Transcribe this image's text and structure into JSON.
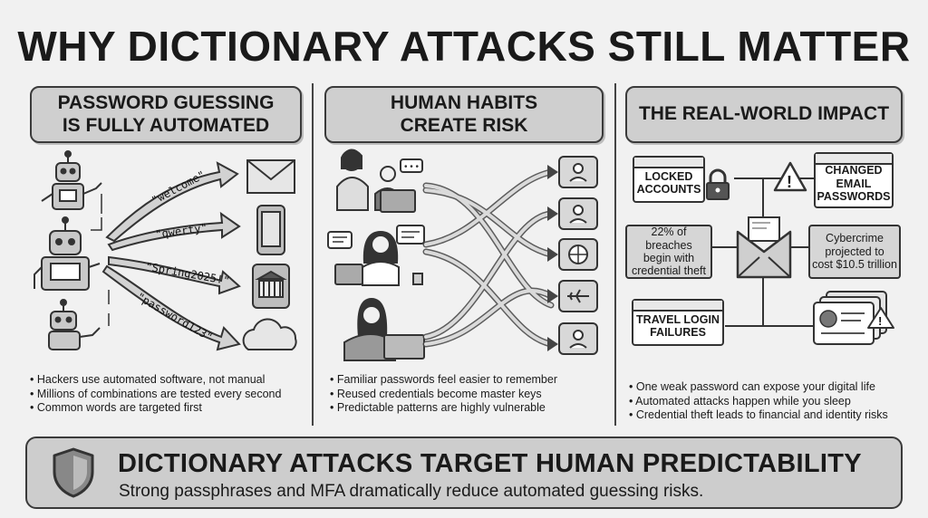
{
  "title": "WHY DICTIONARY ATTACKS STILL MATTER",
  "panels": [
    {
      "heading_line1": "PASSWORD GUESSING",
      "heading_line2": "IS FULLY AUTOMATED",
      "guessed_words": [
        "\"welcome\"",
        "\"qwerty\"",
        "\"Spring2025!\"",
        "\"password123\""
      ],
      "bullets": [
        "Hackers use automated software, not manual",
        "Millions of combinations are tested every second",
        "Common words are targeted first"
      ]
    },
    {
      "heading_line1": "HUMAN HABITS",
      "heading_line2": "CREATE RISK",
      "bullets": [
        "Familiar passwords feel easier to remember",
        "Reused credentials become master keys",
        "Predictable patterns are highly vulnerable"
      ]
    },
    {
      "heading_line1": "THE REAL-WORLD IMPACT",
      "boxes": {
        "locked_l1": "LOCKED",
        "locked_l2": "ACCOUNTS",
        "changed_l1": "CHANGED",
        "changed_l2": "EMAIL",
        "changed_l3": "PASSWORDS",
        "breach_l1": "22% of breaches",
        "breach_l2": "begin with",
        "breach_l3": "credential theft",
        "cyber_l1": "Cybercrime",
        "cyber_l2": "projected to",
        "cyber_l3": "cost $10.5 trillion",
        "travel_l1": "TRAVEL LOGIN",
        "travel_l2": "FAILURES"
      },
      "bullets": [
        "One weak password can expose your digital life",
        "Automated attacks happen while you sleep",
        "Credential theft leads to financial and identity risks"
      ]
    }
  ],
  "banner": {
    "title": "DICTIONARY ATTACKS TARGET HUMAN PREDICTABILITY",
    "subtitle": "Strong passphrases and MFA dramatically reduce automated guessing risks."
  },
  "icons": {
    "robot": "robot-icon",
    "envelope": "envelope-icon",
    "phone": "smartphone-icon",
    "bank": "bank-icon",
    "cloud": "cloud-icon",
    "user": "user-card-icon",
    "globe": "globe-icon",
    "plane": "airplane-icon",
    "lock": "padlock-icon",
    "warning": "warning-icon",
    "shield": "shield-icon"
  }
}
